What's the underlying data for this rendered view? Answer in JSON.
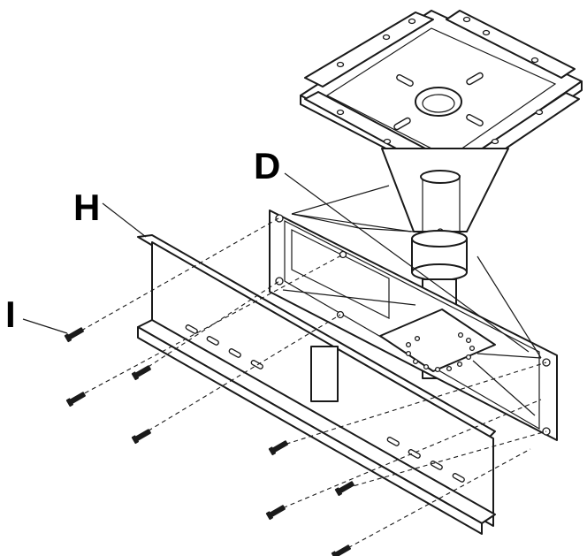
{
  "labels": {
    "D": "D",
    "H": "H",
    "I": "I"
  },
  "colors": {
    "line": "#1a1a1a",
    "background": "#ffffff"
  }
}
